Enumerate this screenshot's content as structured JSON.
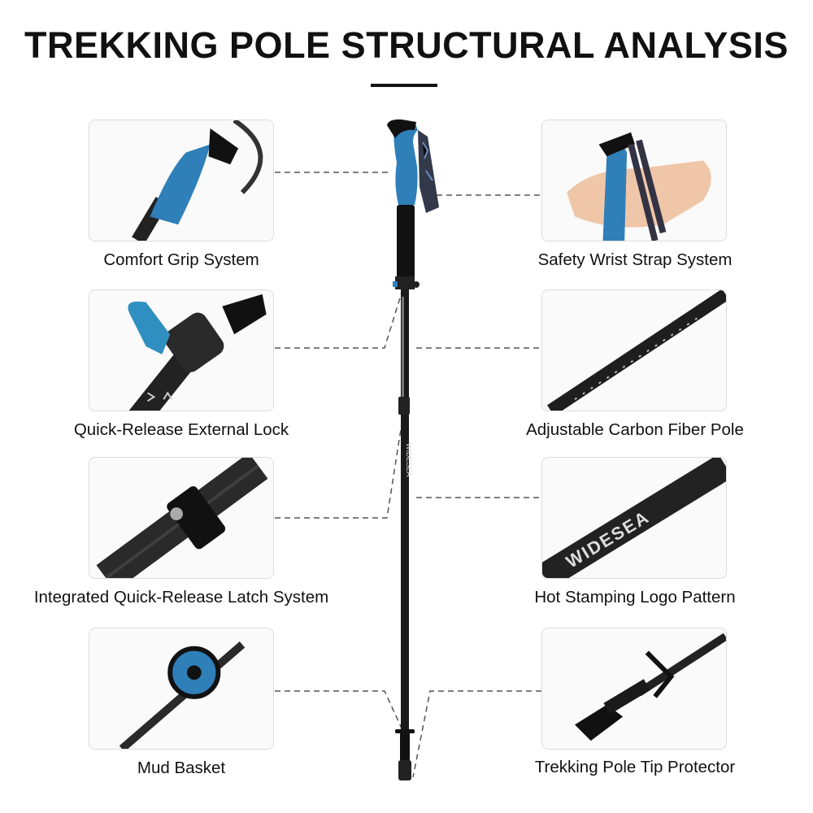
{
  "title": "TREKKING POLE STRUCTURAL ANALYSIS",
  "colors": {
    "accent_blue": "#2f7fb8",
    "pole": "#1a1a1a",
    "dash": "#555555"
  },
  "features": {
    "left": [
      {
        "label": "Comfort Grip System",
        "icon": "grip"
      },
      {
        "label": "Quick-Release External Lock",
        "icon": "lock-clamp"
      },
      {
        "label": "Integrated Quick-Release Latch System",
        "icon": "latch"
      },
      {
        "label": "Mud Basket",
        "icon": "basket"
      }
    ],
    "right": [
      {
        "label": "Safety Wrist Strap System",
        "icon": "wrist-strap"
      },
      {
        "label": "Adjustable Carbon Fiber Pole",
        "icon": "carbon-pole"
      },
      {
        "label": "Hot Stamping Logo Pattern",
        "icon": "logo"
      },
      {
        "label": "Trekking Pole Tip Protector",
        "icon": "tip-protector"
      }
    ]
  },
  "brand": "WIDESEA"
}
